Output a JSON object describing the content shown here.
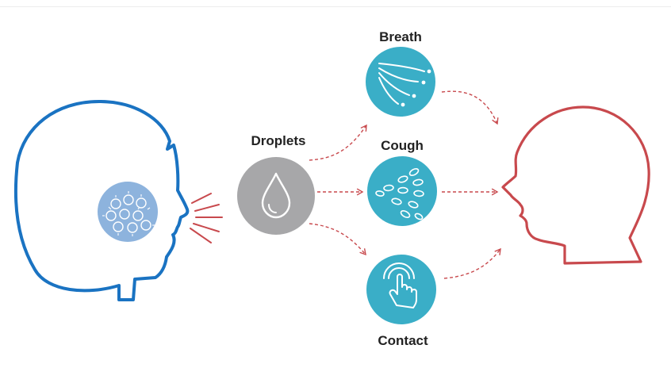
{
  "labels": {
    "droplets": "Droplets",
    "breath": "Breath",
    "cough": "Cough",
    "contact": "Contact"
  },
  "colors": {
    "source_head": "#1a73c2",
    "target_head": "#c8494d",
    "arrows": "#c8494d",
    "route_circle": "#3aaec7",
    "droplet_circle": "#a7a7a9",
    "virus_circle": "#8db3dd"
  },
  "icons": {
    "droplets": "water-drop-icon",
    "breath": "air-streams-icon",
    "cough": "spray-particles-icon",
    "contact": "touch-hand-icon",
    "virus": "virus-cluster-icon"
  }
}
